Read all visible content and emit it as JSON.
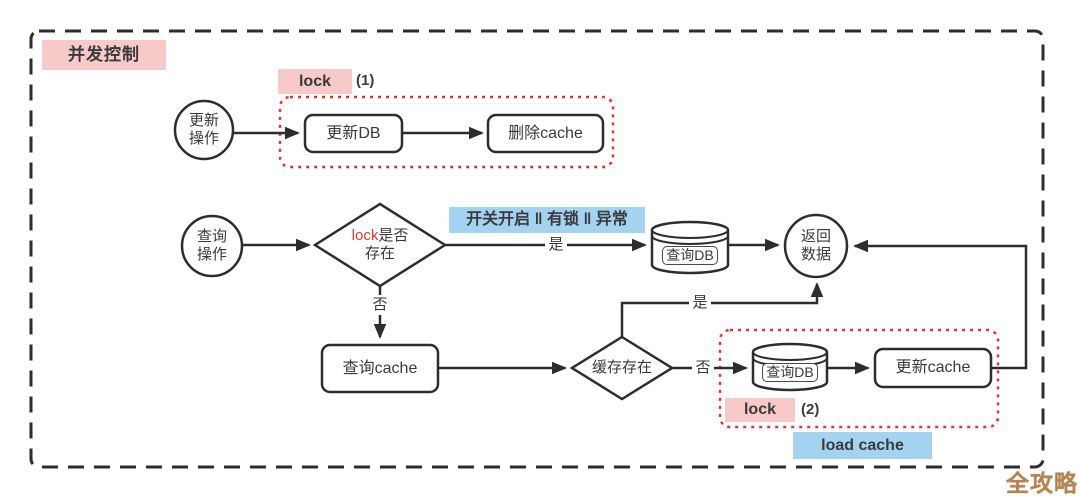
{
  "colors": {
    "pink": "#f7c9c9",
    "blue": "#a4d3f1",
    "red": "#e23333",
    "line": "#2d2d2d",
    "ink": "#3a3a3a",
    "lock-red": "#e03a30",
    "gold": "#b5854f"
  },
  "frame": {
    "title": "并发控制",
    "watermark": "全攻略"
  },
  "labels": {
    "yes": "是",
    "no": "否"
  },
  "update_flow": {
    "start": "更新\n操作",
    "lock": "lock",
    "lock_num": "(1)",
    "update_db": "更新DB",
    "delete_cache": "删除cache"
  },
  "query_flow": {
    "start": "查询\n操作",
    "decision_lock_word": "lock",
    "decision_lock_rest": "是否",
    "decision_lock_line2": "存在",
    "condition_note": "开关开启 ‖ 有锁 ‖ 异常",
    "query_db": "查询DB",
    "return_data": "返回\n数据",
    "query_cache": "查询cache",
    "cache_exists": "缓存存在"
  },
  "load_flow": {
    "query_db": "查询DB",
    "update_cache": "更新cache",
    "lock": "lock",
    "lock_num": "(2)",
    "note": "load cache"
  }
}
